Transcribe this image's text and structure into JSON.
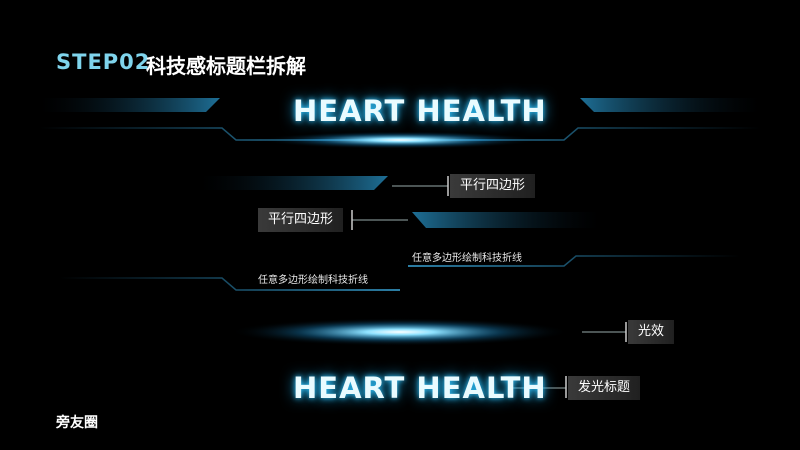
{
  "header": {
    "step": "STEP02",
    "title": "科技感标题栏拆解"
  },
  "hero": {
    "title_top": "HEART HEALTH",
    "title_bottom": "HEART HEALTH"
  },
  "labels": {
    "parallelogram_1": "平行四边形",
    "parallelogram_2": "平行四边形",
    "polyline_1": "任意多边形绘制科技折线",
    "polyline_2": "任意多边形绘制科技折线",
    "light_effect": "光效",
    "glow_title": "发光标题"
  },
  "brand": {
    "name": "旁友圈"
  },
  "colors": {
    "accent": "#2bb8ef",
    "line": "#1f6f9a",
    "glow": "#6fd9ff"
  }
}
